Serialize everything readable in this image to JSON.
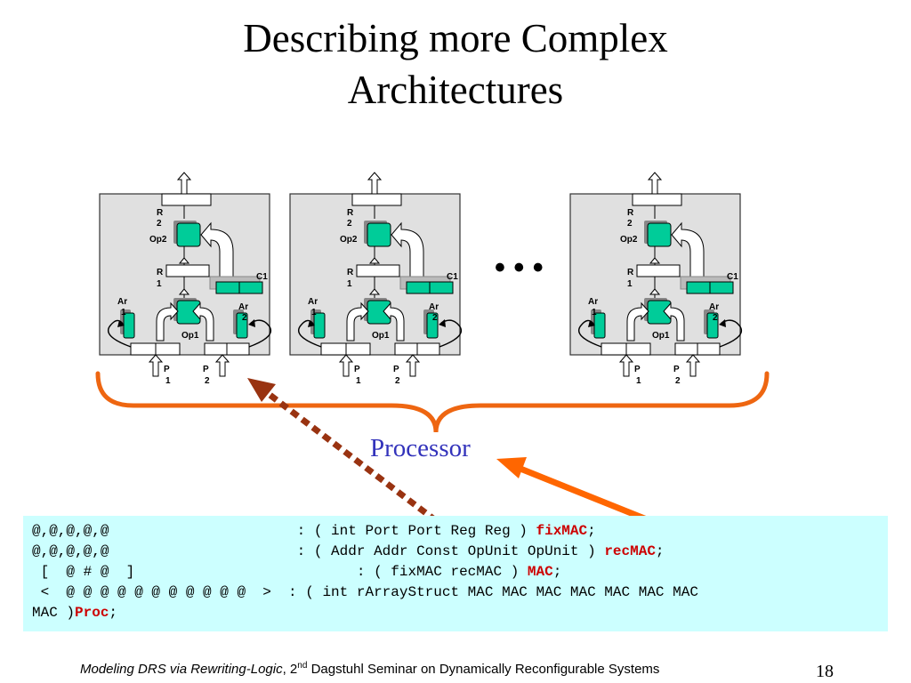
{
  "slide": {
    "title_line1": "Describing more Complex",
    "title_line2": "Architectures",
    "ellipsis": "• • •",
    "brace_label": "Processor",
    "page_number": "18"
  },
  "cell_labels": {
    "r2_a": "R",
    "r2_b": "2",
    "op2": "Op2",
    "r1_a": "R",
    "r1_b": "1",
    "c1": "C1",
    "ar1_a": "Ar",
    "ar1_b": "1",
    "ar2_a": "Ar",
    "ar2_b": "2",
    "op1": "Op1",
    "p1_a": "P",
    "p1_b": "1",
    "p2_a": "P",
    "p2_b": "2"
  },
  "code": {
    "line1_prefix": "@,@,@,@,@                      : ( int Port Port Reg Reg ) ",
    "line1_kw": "fixMAC",
    "line1_end": ";",
    "line2_prefix": "@,@,@,@,@                      : ( Addr Addr Const OpUnit OpUnit ) ",
    "line2_kw": "recMAC",
    "line2_end": ";",
    "line3_prefix": " [  @ # @  ]                          : ( fixMAC recMAC ) ",
    "line3_kw": "MAC",
    "line3_end": ";",
    "line4_text": " <  @ @ @ @ @ @ @ @ @ @ @  >  : ( int rArrayStruct MAC MAC MAC MAC MAC MAC MAC",
    "line5_prefix": "MAC )",
    "line5_kw": "Proc",
    "line5_end": ";"
  },
  "footer": {
    "italic": "Modeling DRS via Rewriting-Logic",
    "sep": ", 2",
    "sup": "nd",
    "rest": " Dagstuhl Seminar on Dynamically Reconfigurable Systems"
  },
  "colors": {
    "teal_unit": "#00cc99",
    "cell_bg": "#e0e0e0",
    "brace": "#ee6611",
    "solid_arrow": "#ff6600",
    "dotted_arrow": "#993311",
    "code_bg": "#ccffff",
    "keyword": "#cc0000",
    "label_blue": "#3333bb"
  }
}
